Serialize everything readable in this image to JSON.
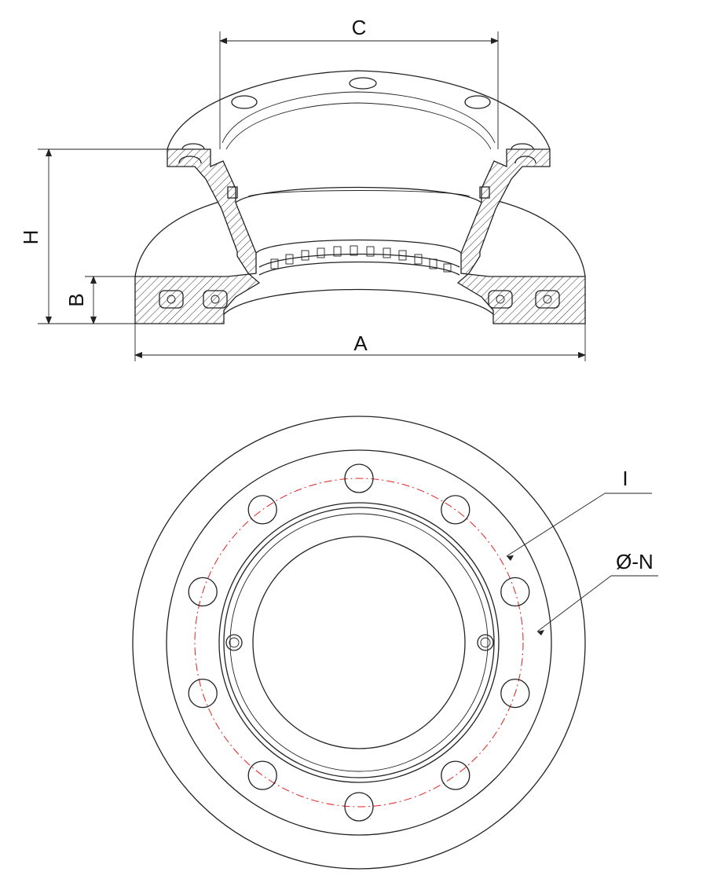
{
  "labels": {
    "c": "C",
    "h": "H",
    "b": "B",
    "a": "A",
    "i": "I",
    "n": "Ø-N"
  },
  "colors": {
    "line": "#222222",
    "pitch_circle": "#e02020",
    "background": "#ffffff"
  },
  "bolt_hole_count": 10
}
